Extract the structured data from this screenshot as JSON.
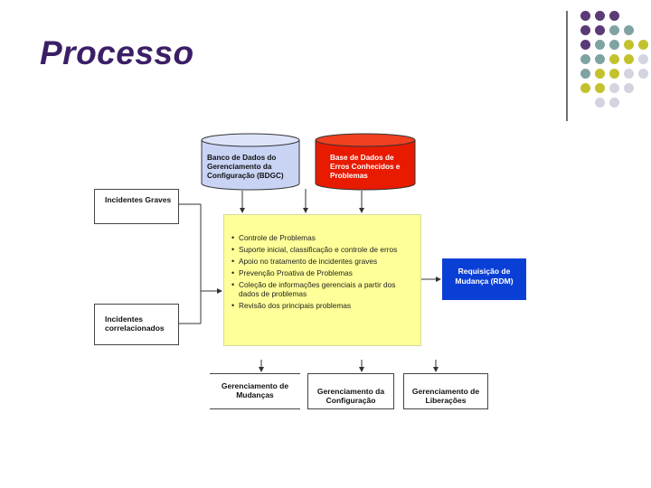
{
  "title": "Processo",
  "databases": {
    "bdgc": "Banco de Dados do Gerenciamento da Configuração (BDGC)",
    "known_errors": "Base de Dados de Erros Conhecidos e Problemas"
  },
  "inputs": {
    "major_incidents": "Incidentes Graves",
    "correlated_incidents": "Incidentes correlacionados"
  },
  "activities": [
    "Controle de Problemas",
    "Suporte inicial, classificação e controle de erros",
    "Apoio no tratamento de incidentes graves",
    "Prevenção Proativa de Problemas",
    "Coleção de informações gerenciais a partir dos dados de problemas",
    "Revisão dos principais problemas"
  ],
  "output_rdm": "Requisição de Mudança (RDM)",
  "bottom_processes": [
    "Gerenciamento de Mudanças",
    "Gerenciamento da Configuração",
    "Gerenciamento de Liberações"
  ],
  "colors": {
    "title": "#3b1f66",
    "dot_purple": "#5b3a78",
    "dot_teal": "#7fa3a3",
    "dot_olive": "#c2c22e",
    "dot_gray": "#d4d4e0",
    "db_blue": "#c9d4f5",
    "db_red": "#e81a00",
    "activity_bg": "#ffff99",
    "rdm_blue": "#0a3fd6"
  }
}
